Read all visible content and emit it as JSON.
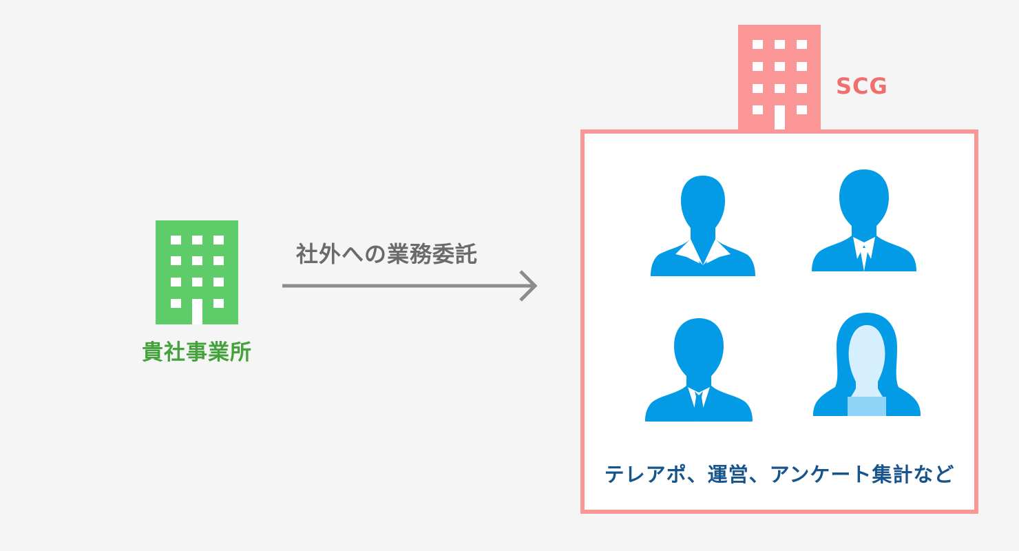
{
  "client": {
    "label": "貴社事業所",
    "color": "#5fcc6a"
  },
  "arrow": {
    "label": "社外への業務委託"
  },
  "scg": {
    "label": "SCG",
    "color": "#fb9696",
    "services": "テレアポ、運営、アンケート集計など",
    "people": [
      {
        "icon": "woman-silhouette-icon"
      },
      {
        "icon": "man-silhouette-icon"
      },
      {
        "icon": "man-in-suit-silhouette-icon"
      },
      {
        "icon": "woman-long-hair-silhouette-icon"
      }
    ]
  }
}
